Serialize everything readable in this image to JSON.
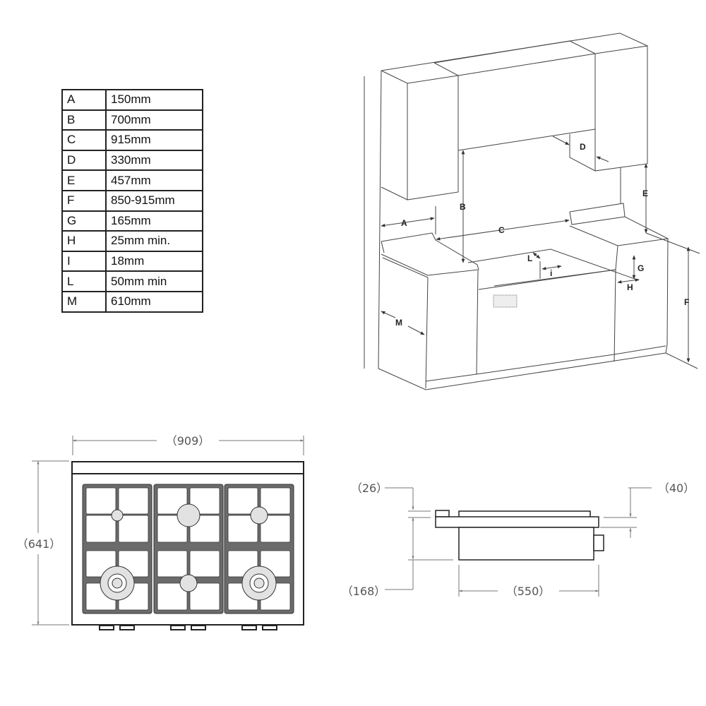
{
  "dimensions_table": [
    {
      "key": "A",
      "value": "150mm"
    },
    {
      "key": "B",
      "value": "700mm"
    },
    {
      "key": "C",
      "value": "915mm"
    },
    {
      "key": "D",
      "value": "330mm"
    },
    {
      "key": "E",
      "value": "457mm"
    },
    {
      "key": "F",
      "value": "850-915mm"
    },
    {
      "key": "G",
      "value": "165mm"
    },
    {
      "key": "H",
      "value": "25mm min."
    },
    {
      "key": "I",
      "value": "18mm"
    },
    {
      "key": "L",
      "value": "50mm min"
    },
    {
      "key": "M",
      "value": "610mm"
    }
  ],
  "kitchen_labels": {
    "A": "A",
    "B": "B",
    "C": "C",
    "D": "D",
    "E": "E",
    "F": "F",
    "G": "G",
    "H": "H",
    "i": "i",
    "L": "L",
    "M": "M"
  },
  "top_view": {
    "width": "（909）",
    "depth": "（641）"
  },
  "side_view": {
    "top_clearance": "（26）",
    "plate": "（40）",
    "height": "（168）",
    "depth": "（550）"
  }
}
